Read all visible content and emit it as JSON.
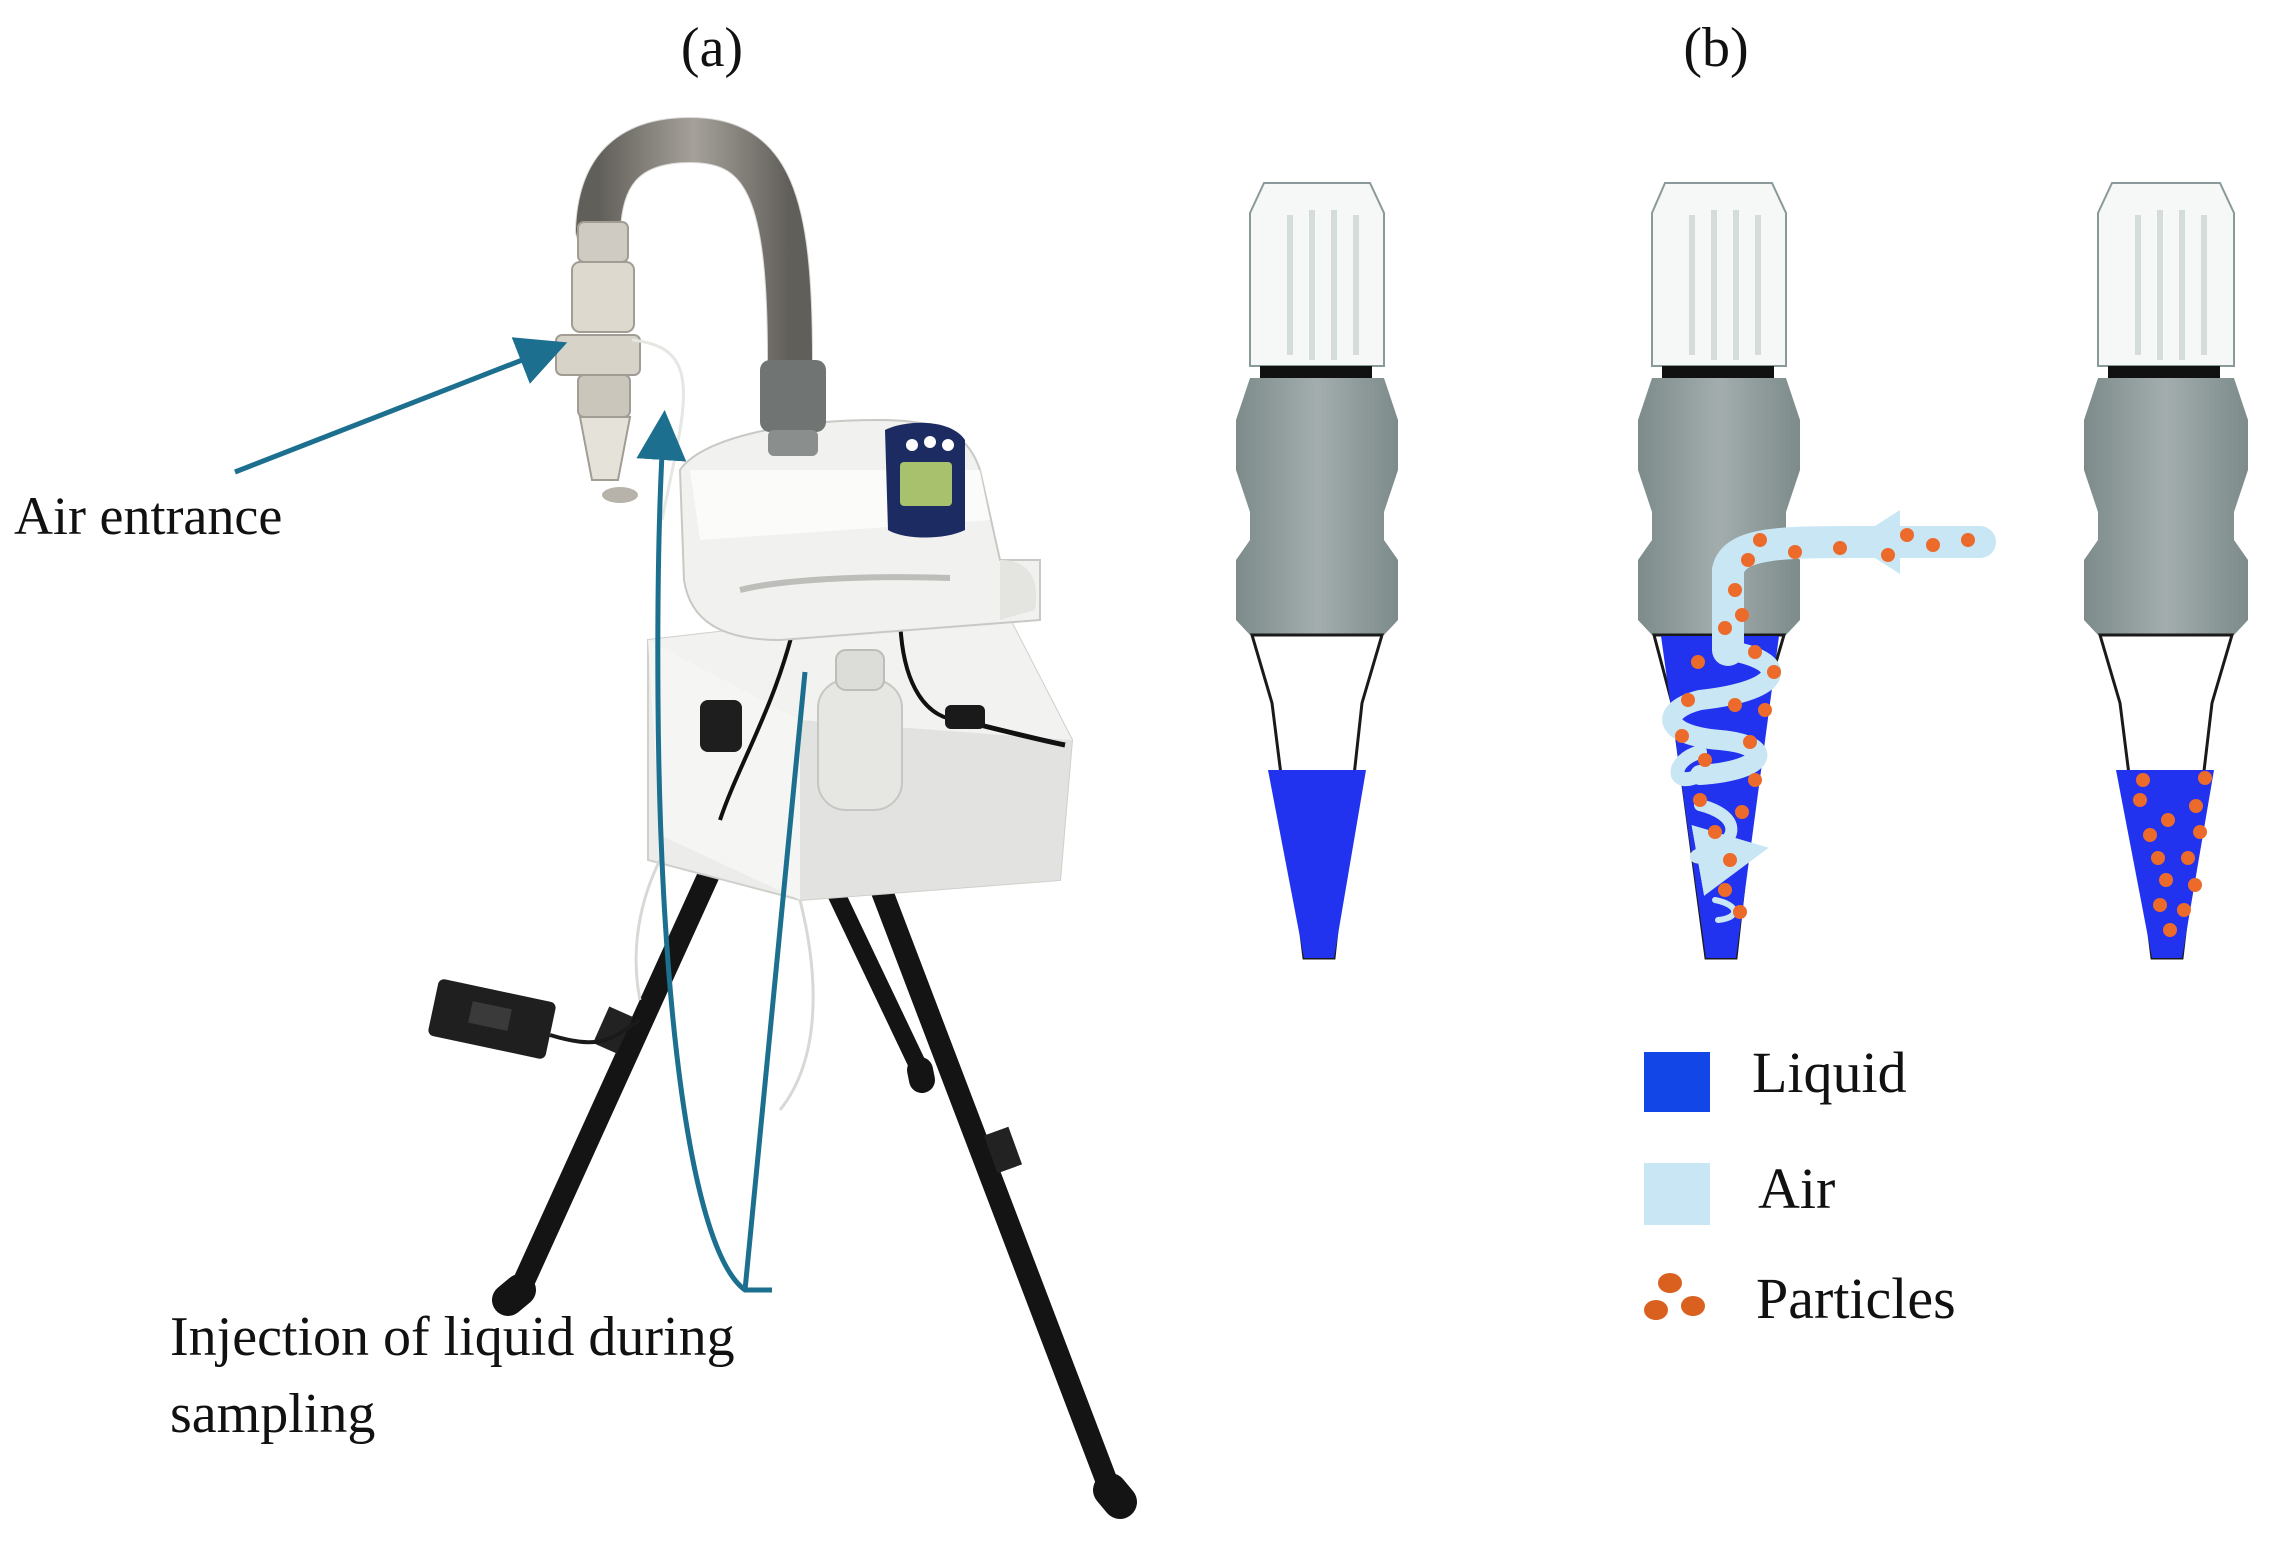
{
  "panel_a": {
    "label": "(a)",
    "annotations": {
      "air_entrance": "Air entrance",
      "injection_line1": "Injection of liquid during",
      "injection_line2": "sampling"
    }
  },
  "panel_b": {
    "label": "(b)",
    "legend": [
      {
        "label": "Liquid",
        "color": "#1346e6"
      },
      {
        "label": "Air",
        "color": "#c9e6f5"
      },
      {
        "label": "Particles",
        "color": "#e06a2a"
      }
    ]
  },
  "colors": {
    "arrow": "#1c6f8e",
    "liquid": "#2233f0",
    "air": "#c9e6f5",
    "particle": "#ec6b2a",
    "cap": "#f6f8f8",
    "body": "#8f9b9b"
  }
}
